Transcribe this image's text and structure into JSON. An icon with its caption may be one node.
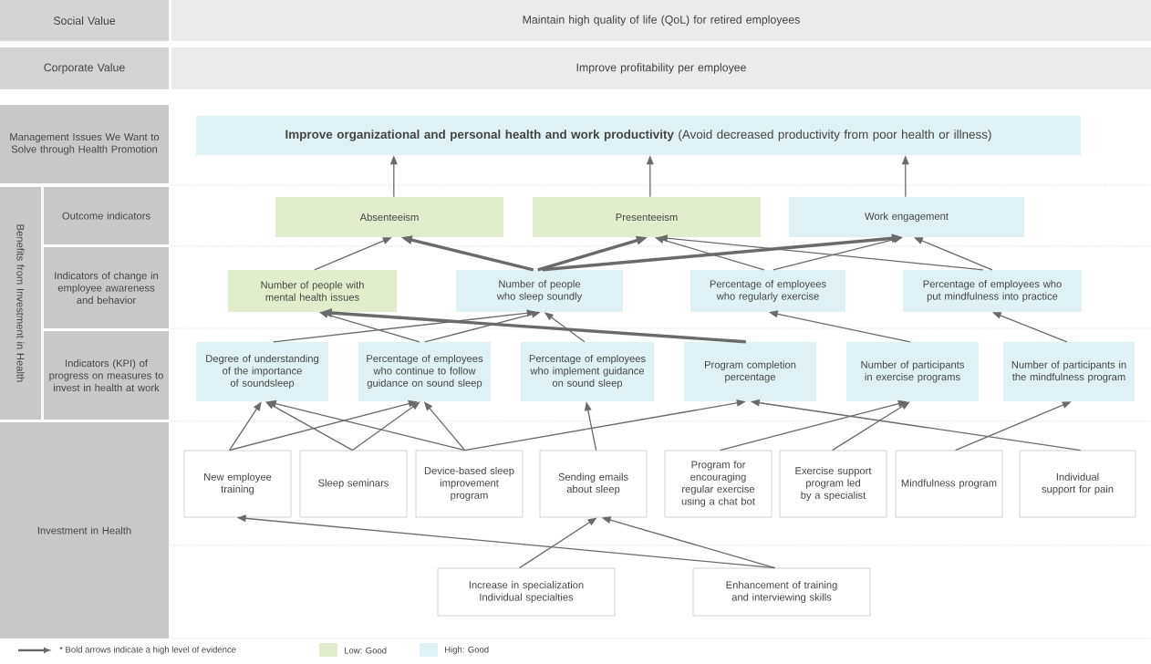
{
  "diagram": {
    "nodes": [
      {
        "text": [
          "Social Value"
        ]
      },
      {
        "text": [
          "Maintain high quality of life (QoL) for retired employees"
        ]
      },
      {
        "text": [
          "Corporate Value"
        ]
      },
      {
        "text": [
          "Improve profitability per employee"
        ]
      },
      {
        "text": [
          "Management Issues We Want to Solve through Health Promotion"
        ]
      },
      {
        "text": [
          "Benefits from Investment in Health"
        ]
      },
      {
        "text": [
          "Outcome indicators"
        ]
      },
      {
        "text": [
          "Indicators of change in employee awareness and behavior"
        ]
      },
      {
        "text": [
          "Indicators (KPI) of progress on measures to invest in health at work"
        ]
      },
      {
        "text": [
          "Investment in Health"
        ]
      },
      {
        "text": [
          "**Improve organizational and personal health and work productivity** (Avoid decreased productivity from poor health or illness)"
        ]
      },
      {
        "text": [
          "Absenteeism"
        ]
      },
      {
        "text": [
          "Presenteeism"
        ]
      },
      {
        "text": [
          "Work engagement"
        ]
      },
      {
        "text": [
          "Number of people with mental health issues"
        ]
      },
      {
        "text": [
          "Number of people who sleep soundly"
        ]
      },
      {
        "text": [
          "Percentage of employees who regularly exercise"
        ]
      },
      {
        "text": [
          "Percentage of employees who put mindfulness into practice"
        ]
      },
      {
        "text": [
          "Degree of understanding of the importance of soundsleep"
        ]
      },
      {
        "text": [
          "Percentage of employees who continue to follow guidance on sound sleep"
        ]
      },
      {
        "text": [
          "Percentage of employees who implement guidance on sound sleep"
        ]
      },
      {
        "text": [
          "Program completion percentage"
        ]
      },
      {
        "text": [
          "Number of participants in exercise programs"
        ]
      },
      {
        "text": [
          "Number of participants in the mindfulness program"
        ]
      },
      {
        "text": [
          "New employee training"
        ]
      },
      {
        "text": [
          "Sleep seminars"
        ]
      },
      {
        "text": [
          "Device-based sleep improvement program"
        ]
      },
      {
        "text": [
          "Sending emails about sleep"
        ]
      },
      {
        "text": [
          "Program for encouraging regular exercise using a chat bot"
        ]
      },
      {
        "text": [
          "Exercise support program led by a specialist"
        ]
      },
      {
        "text": [
          "Mindfulness program"
        ]
      },
      {
        "text": [
          "Individual support for pain"
        ]
      },
      {
        "text": [
          "Increase in specialization Individual specialties"
        ]
      },
      {
        "text": [
          "Enhancement of training and interviewing skills"
        ]
      }
    ],
    "edges": [
      {
        "from": 11,
        "to": 10,
        "arrow": "to"
      },
      {
        "from": 12,
        "to": 10,
        "arrow": "to"
      },
      {
        "from": 13,
        "to": 10,
        "arrow": "to"
      },
      {
        "from": 14,
        "to": 11,
        "arrow": "to"
      },
      {
        "from": 15,
        "to": 11,
        "arrow": "to",
        "style": "thick"
      },
      {
        "from": 15,
        "to": 12,
        "arrow": "to",
        "style": "thick"
      },
      {
        "from": 15,
        "to": 13,
        "arrow": "to",
        "style": "thick"
      },
      {
        "from": 16,
        "to": 12,
        "arrow": "to"
      },
      {
        "from": 16,
        "to": 13,
        "arrow": "to"
      },
      {
        "from": 17,
        "to": 12,
        "arrow": "to"
      },
      {
        "from": 17,
        "to": 13,
        "arrow": "to"
      },
      {
        "from": 18,
        "to": 15,
        "arrow": "to"
      },
      {
        "from": 19,
        "to": 14,
        "arrow": "to"
      },
      {
        "from": 19,
        "to": 15,
        "arrow": "to"
      },
      {
        "from": 20,
        "to": 15,
        "arrow": "to"
      },
      {
        "from": 21,
        "to": 14,
        "arrow": "to",
        "style": "thick"
      },
      {
        "from": 22,
        "to": 16,
        "arrow": "to"
      },
      {
        "from": 23,
        "to": 17,
        "arrow": "to"
      },
      {
        "from": 24,
        "to": 18,
        "arrow": "to"
      },
      {
        "from": 24,
        "to": 19,
        "arrow": "to"
      },
      {
        "from": 25,
        "to": 18,
        "arrow": "to"
      },
      {
        "from": 25,
        "to": 19,
        "arrow": "to"
      },
      {
        "from": 26,
        "to": 18,
        "arrow": "to"
      },
      {
        "from": 26,
        "to": 19,
        "arrow": "to"
      },
      {
        "from": 26,
        "to": 21,
        "arrow": "to"
      },
      {
        "from": 27,
        "to": 20,
        "arrow": "to"
      },
      {
        "from": 28,
        "to": 22,
        "arrow": "to"
      },
      {
        "from": 29,
        "to": 22,
        "arrow": "to"
      },
      {
        "from": 30,
        "to": 23,
        "arrow": "to"
      },
      {
        "from": 31,
        "to": 21,
        "arrow": "to"
      },
      {
        "from": 32,
        "to": 27,
        "arrow": "to"
      },
      {
        "from": 33,
        "to": 27,
        "arrow": "to"
      },
      {
        "from": 33,
        "to": 24,
        "arrow": "to"
      }
    ],
    "legend": [
      {
        "text": "* Bold arrows indicate a high level of evidence"
      },
      {
        "text": "Low: Good",
        "color": "#e2edcd"
      },
      {
        "text": "High: Good",
        "color": "#dff1f4"
      }
    ]
  }
}
